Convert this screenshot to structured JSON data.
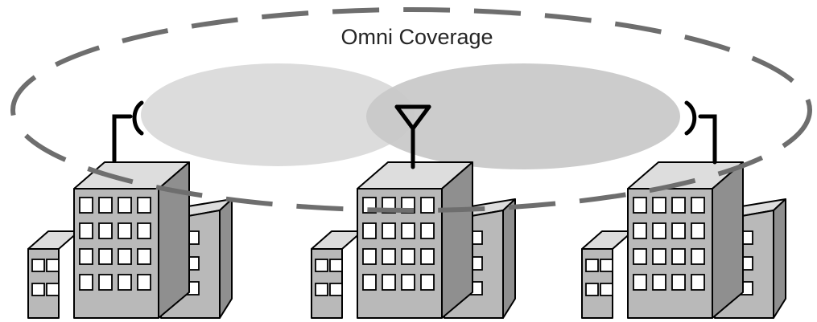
{
  "diagram": {
    "label": "Omni Coverage",
    "colors": {
      "background": "#ffffff",
      "omni_ring_stroke": "#6e6e6e",
      "directional_lobe_left": "#dcdcdc",
      "directional_lobe_right": "#c8c8c8",
      "building_front": "#b9b9b9",
      "building_top": "#dddddd",
      "building_side": "#8f8f8f",
      "window": "#ffffff",
      "outline": "#000000"
    },
    "elements": {
      "buildings": 3,
      "antennas": [
        "directional-antenna-right-facing",
        "omni-antenna",
        "directional-antenna-left-facing"
      ]
    }
  }
}
